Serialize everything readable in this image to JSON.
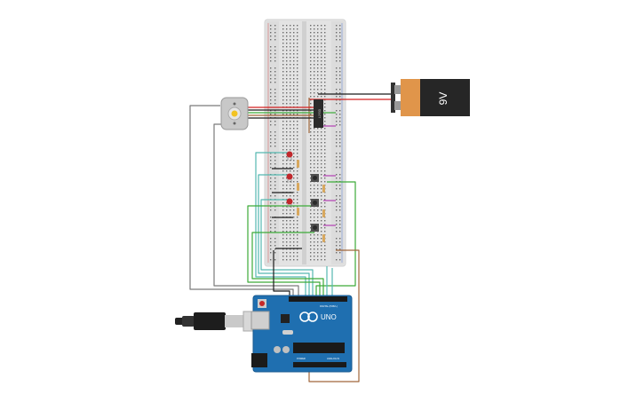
{
  "battery": {
    "label": "9V"
  },
  "chip": {
    "label": "L293D"
  },
  "arduino": {
    "model": "UNO",
    "small_labels": [
      "DIGITAL (PWM~)",
      "POWER",
      "ANALOG IN"
    ]
  },
  "colors": {
    "breadboard": "#e3e3e3",
    "board_blue": "#1f6fb0",
    "battery_orange": "#e0954a",
    "battery_black": "#262626",
    "wire_red": "#d32020",
    "wire_black": "#1b1b1b",
    "wire_green": "#3cab38",
    "wire_teal": "#54b8b0",
    "wire_brown": "#a0663a",
    "wire_gray": "#7a7a7a",
    "wire_purple": "#b440b4",
    "led_red": "#c0282c",
    "button_dark": "#404040"
  },
  "icons": [
    "motor-icon",
    "usb-cable-icon",
    "battery-icon",
    "led-icon",
    "resistor-icon",
    "pushbutton-icon",
    "ic-chip-icon"
  ]
}
